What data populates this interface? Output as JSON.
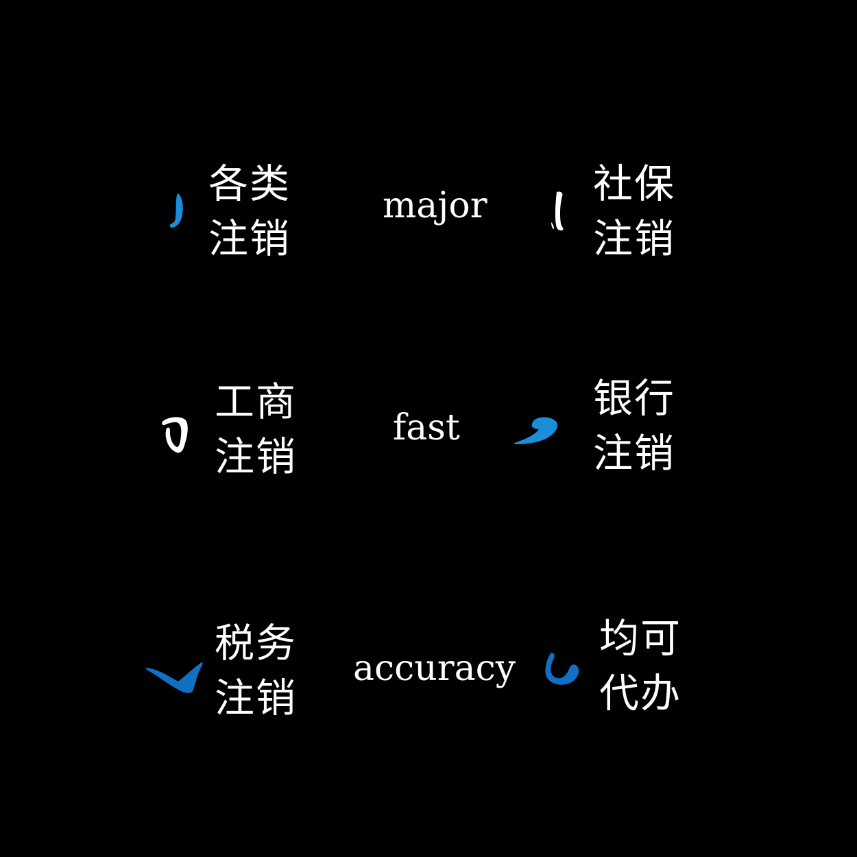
{
  "blocks": [
    {
      "line1": "各类",
      "line2": "注销"
    },
    {
      "line1": "社保",
      "line2": "注销"
    },
    {
      "line1": "工商",
      "line2": "注销"
    },
    {
      "line1": "银行",
      "line2": "注销"
    },
    {
      "line1": "税务",
      "line2": "注销"
    },
    {
      "line1": "均可",
      "line2": "代办"
    }
  ],
  "words": [
    "major",
    "fast",
    "accuracy"
  ],
  "colors": {
    "background": "#000000",
    "text": "#ffffff",
    "brush_blue": "#1a8fd8",
    "brush_deep_blue": "#1270c4"
  },
  "strokes": [
    "blue-brush-hook-icon",
    "white-brush-vertical-icon",
    "white-brush-loop-icon",
    "blue-brush-sweep-icon",
    "blue-brush-check-icon",
    "blue-brush-curl-icon"
  ]
}
